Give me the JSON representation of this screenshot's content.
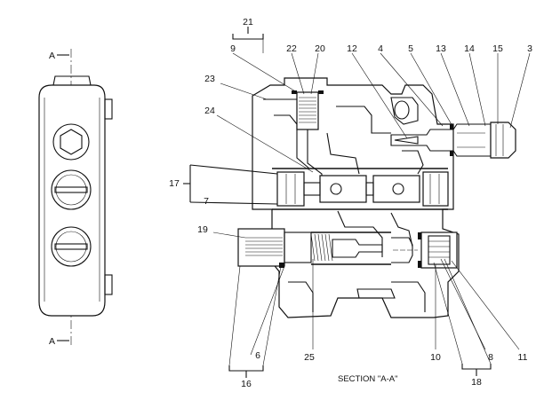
{
  "section_marker": "A",
  "caption": "SECTION \"A-A\"",
  "callouts": [
    "21",
    "9",
    "22",
    "20",
    "12",
    "4",
    "5",
    "13",
    "14",
    "15",
    "3",
    "23",
    "24",
    "17",
    "7",
    "19",
    "6",
    "16",
    "25",
    "10",
    "8",
    "11",
    "18"
  ]
}
